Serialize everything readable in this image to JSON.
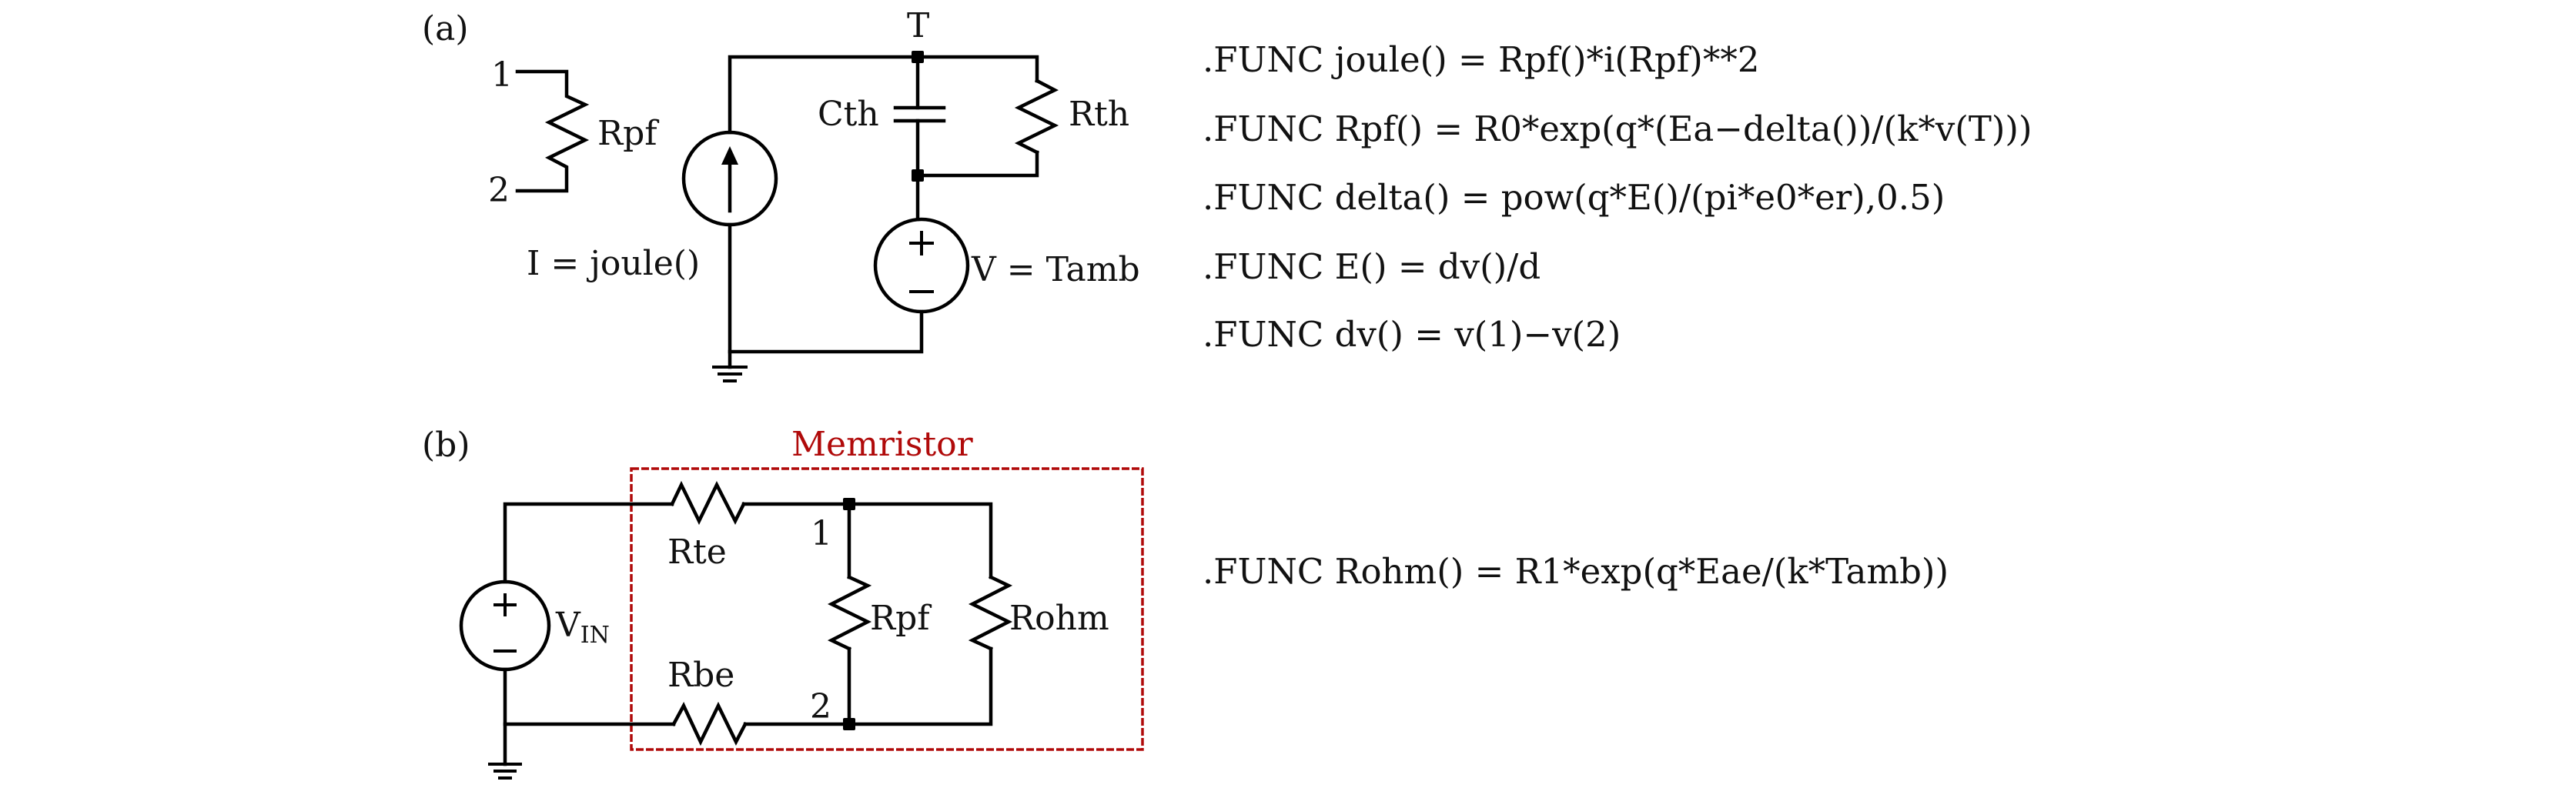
{
  "panel_a": {
    "label": "(a)",
    "subcircuit": {
      "pin1": "1",
      "pin2": "2",
      "resistor": "Rpf",
      "icon": "resistor-icon"
    },
    "thermal": {
      "node_label": "T",
      "capacitor": "Cth",
      "resistor": "Rth",
      "current_source_label": "I = joule()",
      "voltage_source_label": "V = Tamb",
      "icons": [
        "current-source-icon",
        "voltage-source-icon",
        "capacitor-icon",
        "resistor-icon",
        "ground-icon"
      ]
    },
    "functions": [
      ".FUNC joule() = Rpf()*i(Rpf)**2",
      ".FUNC Rpf() = R0*exp(q*(Ea−delta())/(k*v(T)))",
      ".FUNC delta() = pow(q*E()/(pi*e0*er),0.5)",
      ".FUNC E() = dv()/d",
      ".FUNC dv() = v(1)−v(2)"
    ]
  },
  "panel_b": {
    "label": "(b)",
    "box_title": "Memristor",
    "box_color": "#b00a0a",
    "source_label": "V",
    "source_subscript": "IN",
    "top_resistor": "Rte",
    "bottom_resistor": "Rbe",
    "node1": "1",
    "node2": "2",
    "inner_resistor_1": "Rpf",
    "inner_resistor_2": "Rohm",
    "functions": [
      ".FUNC Rohm() = R1*exp(q*Eae/(k*Tamb))"
    ]
  }
}
